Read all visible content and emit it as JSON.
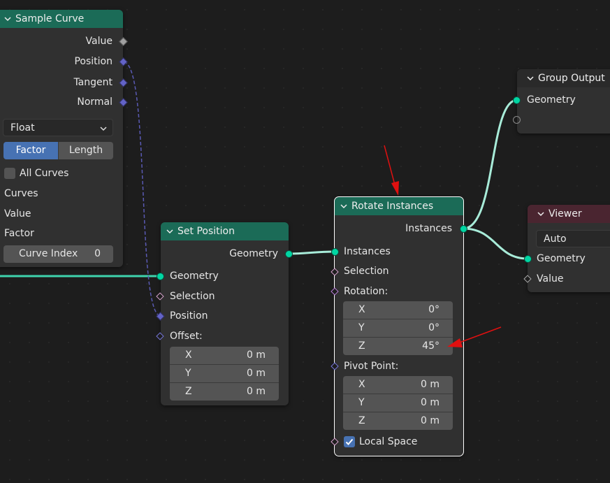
{
  "sample_curve": {
    "title": "Sample Curve",
    "outputs": [
      "Value",
      "Position",
      "Tangent",
      "Normal"
    ],
    "data_type": "Float",
    "mode_options": [
      "Factor",
      "Length"
    ],
    "mode_selected": "Factor",
    "all_curves_label": "All Curves",
    "inputs": [
      "Curves",
      "Value",
      "Factor"
    ],
    "curve_index_label": "Curve Index",
    "curve_index_value": "0"
  },
  "set_position": {
    "title": "Set Position",
    "output_geometry": "Geometry",
    "inputs": [
      "Geometry",
      "Selection",
      "Position"
    ],
    "offset_label": "Offset:",
    "offset": [
      {
        "axis": "X",
        "value": "0 m"
      },
      {
        "axis": "Y",
        "value": "0 m"
      },
      {
        "axis": "Z",
        "value": "0 m"
      }
    ]
  },
  "rotate_instances": {
    "title": "Rotate Instances",
    "output_instances": "Instances",
    "input_instances": "Instances",
    "selection": "Selection",
    "rotation_label": "Rotation:",
    "rotation": [
      {
        "axis": "X",
        "value": "0°"
      },
      {
        "axis": "Y",
        "value": "0°"
      },
      {
        "axis": "Z",
        "value": "45°"
      }
    ],
    "pivot_label": "Pivot Point:",
    "pivot": [
      {
        "axis": "X",
        "value": "0 m"
      },
      {
        "axis": "Y",
        "value": "0 m"
      },
      {
        "axis": "Z",
        "value": "0 m"
      }
    ],
    "local_space_label": "Local Space",
    "local_space_checked": true
  },
  "group_output": {
    "title": "Group Output",
    "geometry": "Geometry"
  },
  "viewer": {
    "title": "Viewer",
    "domain": "Auto",
    "geometry": "Geometry",
    "value": "Value"
  },
  "colors": {
    "geometry_socket": "#00d6a3",
    "vector_socket": "#6363c7",
    "header_green": "#1b6b57",
    "header_viewer": "#4a2530",
    "annotation_arrow": "#e01010",
    "selected_button": "#4772b3"
  }
}
